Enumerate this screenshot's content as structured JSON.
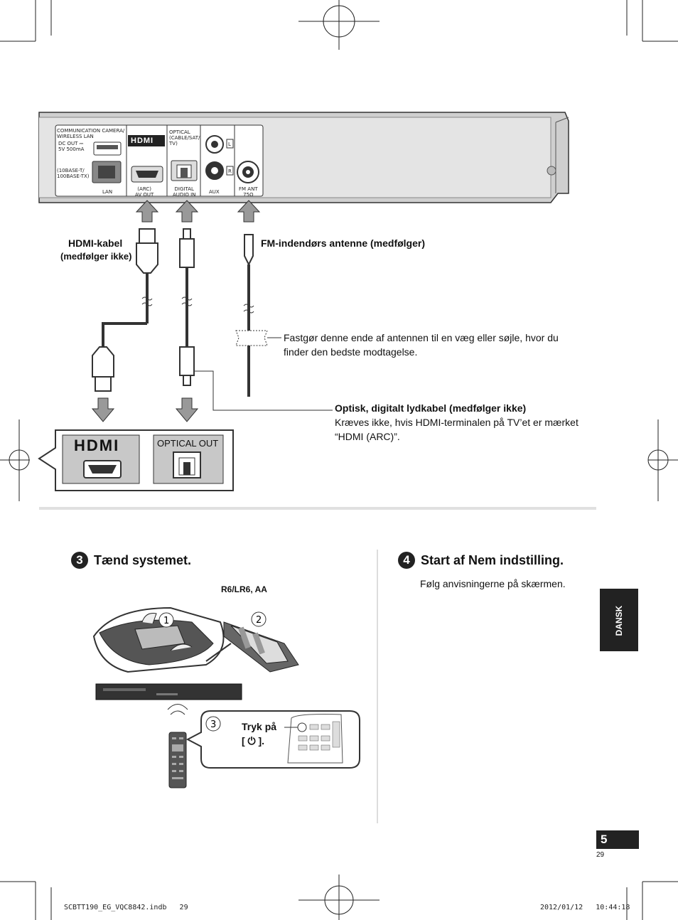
{
  "device": {
    "labels": {
      "comm": "COMMUNICATION CAMERA/\nWIRELESS LAN",
      "dcout": "DC OUT ⎓\n5V 500mA",
      "lan_spec": "(10BASE-T/\n100BASE-TX)",
      "lan": "LAN",
      "hdmi_logo": "HDMI",
      "arc": "(ARC)\nAV OUT",
      "optical": "OPTICAL\n(CABLE/SAT/\nTV)",
      "digital": "DIGITAL\nAUDIO IN",
      "aux": "AUX",
      "l": "L",
      "r": "R",
      "fm": "FM ANT\n75Ω"
    }
  },
  "labels": {
    "hdmi_cable": "HDMI-kabel",
    "hdmi_cable_note": "(medfølger ikke)",
    "fm_antenna": "FM-indendørs antenne (medfølger)",
    "fasten": "Fastgør denne ende af antennen til en væg eller søjle, hvor du finder den bedste modtagelse.",
    "optical_cable": "Optisk, digitalt lydkabel (medfølger ikke)",
    "optical_note": "Kræves ikke, hvis HDMI-terminalen på TV’et er mærket “HDMI (ARC)”.",
    "tv_hdmi_logo": "HDMI",
    "optical_out": "OPTICAL OUT"
  },
  "step3": {
    "number": "3",
    "title": "Tænd systemet.",
    "battery": "R6/LR6, AA",
    "circle1": "1",
    "circle2": "2",
    "circle3": "3",
    "press_line1": "Tryk på",
    "press_line2": "[ ⏻ ]."
  },
  "step4": {
    "number": "4",
    "title": "Start af Nem indstilling.",
    "text": "Følg anvisningerne på skærmen."
  },
  "side_tab": "DANSK",
  "page_number": "5",
  "page_sub": "29",
  "footer": {
    "file": "SCBTT190_EG_VQC8842.indb   29",
    "date": "2012/01/12   10:44:18"
  }
}
